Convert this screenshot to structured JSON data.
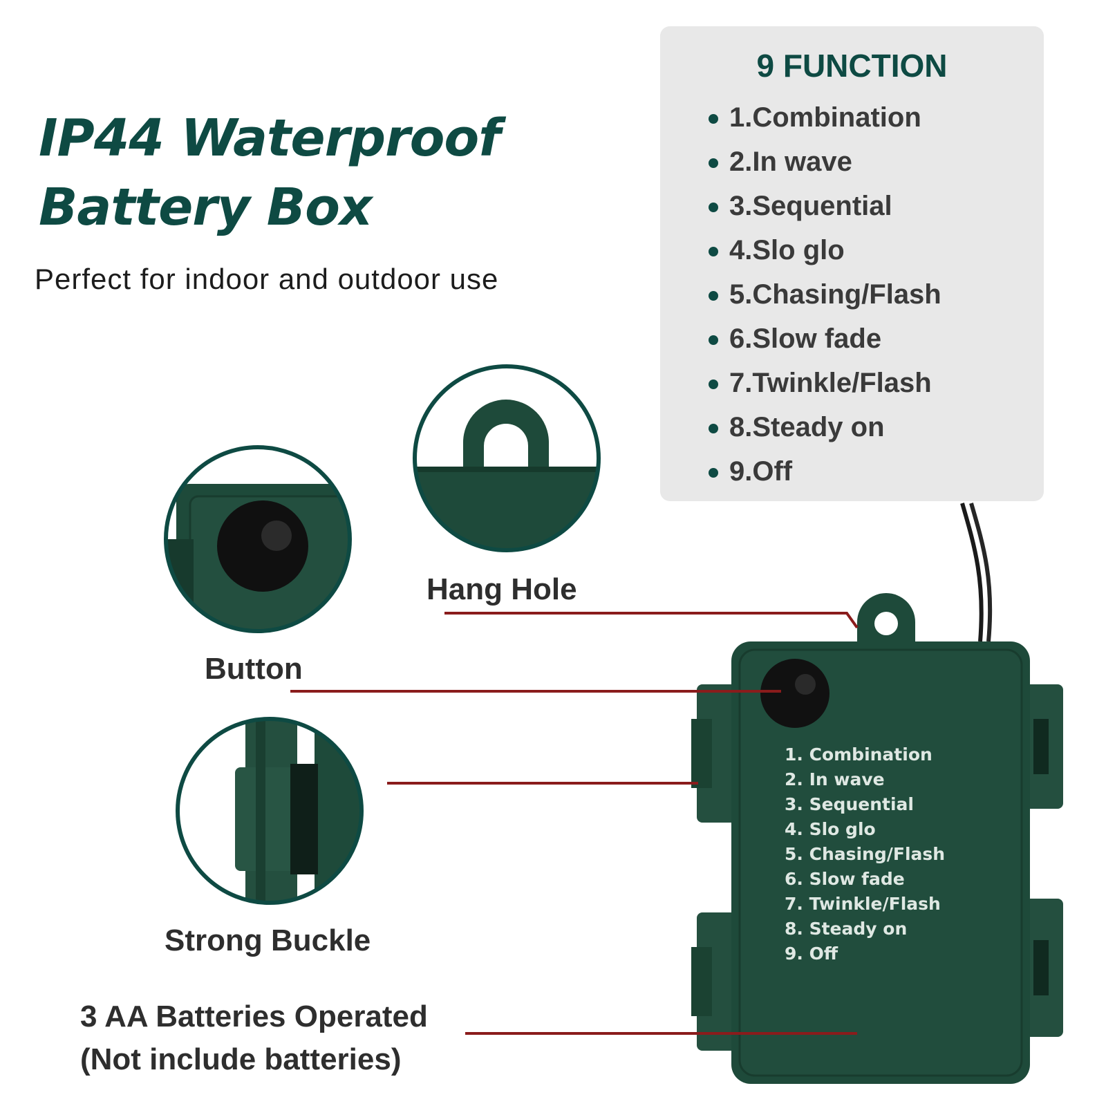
{
  "headline": {
    "line1": "IP44 Waterproof",
    "line2": "Battery Box",
    "subtitle": "Perfect for indoor and outdoor use"
  },
  "functions": {
    "title": "9 FUNCTION",
    "items": [
      "1.Combination",
      "2.In wave",
      "3.Sequential",
      "4.Slo glo",
      "5.Chasing/Flash",
      "6.Slow fade",
      "7.Twinkle/Flash",
      "8.Steady on",
      "9.Off"
    ]
  },
  "callouts": {
    "hang_hole": "Hang Hole",
    "button": "Button",
    "strong_buckle": "Strong Buckle",
    "batteries_line1": "3 AA Batteries Operated",
    "batteries_line2": "(Not include batteries)"
  },
  "box_legend": [
    "1. Combination",
    "2. In wave",
    "3. Sequential",
    "4. Slo glo",
    "5. Chasing/Flash",
    "6. Slow fade",
    "7. Twinkle/Flash",
    "8. Steady on",
    "9. Off"
  ],
  "colors": {
    "brand_green": "#0e4a43",
    "box_green": "#1e4a3a",
    "leader_line": "#8a1c1c",
    "panel_gray": "#e8e8e8"
  }
}
